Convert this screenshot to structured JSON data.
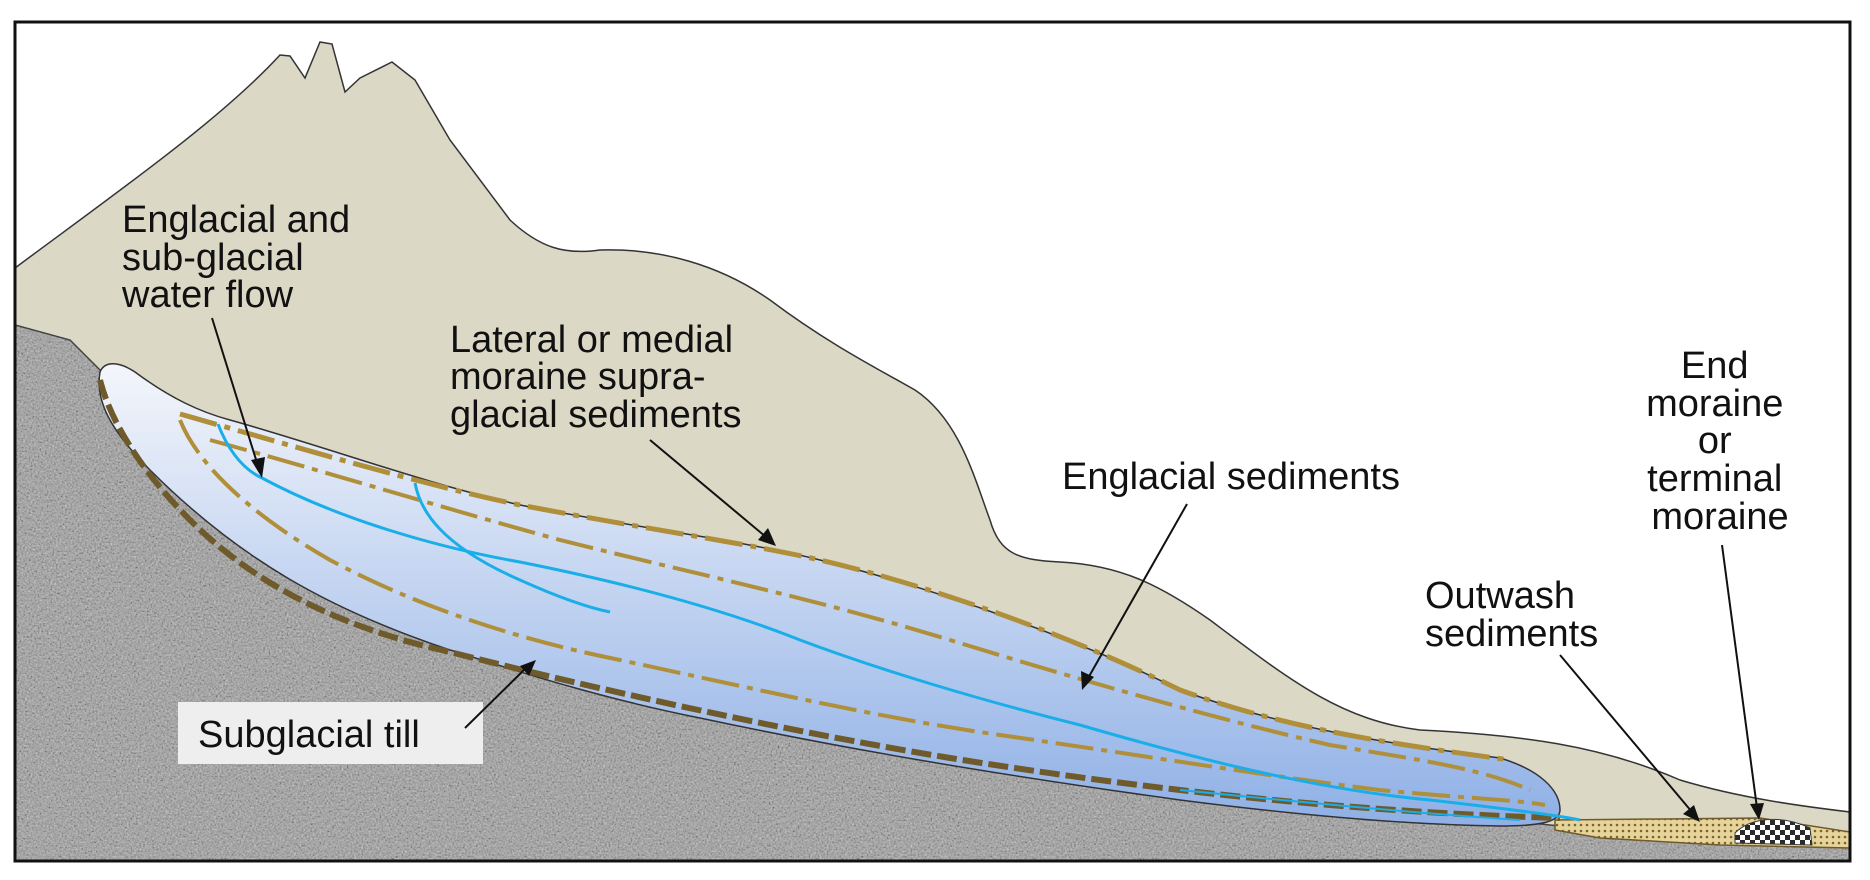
{
  "labels": {
    "water_flow": [
      "Englacial and",
      "sub-glacial",
      "water flow"
    ],
    "lateral_moraine": [
      "Lateral or medial",
      "moraine supra-",
      "glacial sediments"
    ],
    "englacial_sediments": [
      "Englacial sediments"
    ],
    "outwash": [
      "Outwash",
      "sediments"
    ],
    "end_moraine": [
      "End",
      "moraine",
      "or",
      "terminal",
      "moraine"
    ],
    "subglacial_till": [
      "Subglacial till"
    ]
  },
  "colors": {
    "mountain": "#dcd8c6",
    "bedrock": "#9e9e9e",
    "ice_top": "#f4f6fb",
    "ice_bottom": "#8fb0e6",
    "meltwater": "#1aaee8",
    "sediment_dashdot": "#b08f3a",
    "till": "#6e5a2a",
    "outwash": "#e6d49a",
    "label_box": "#eeeeee"
  }
}
